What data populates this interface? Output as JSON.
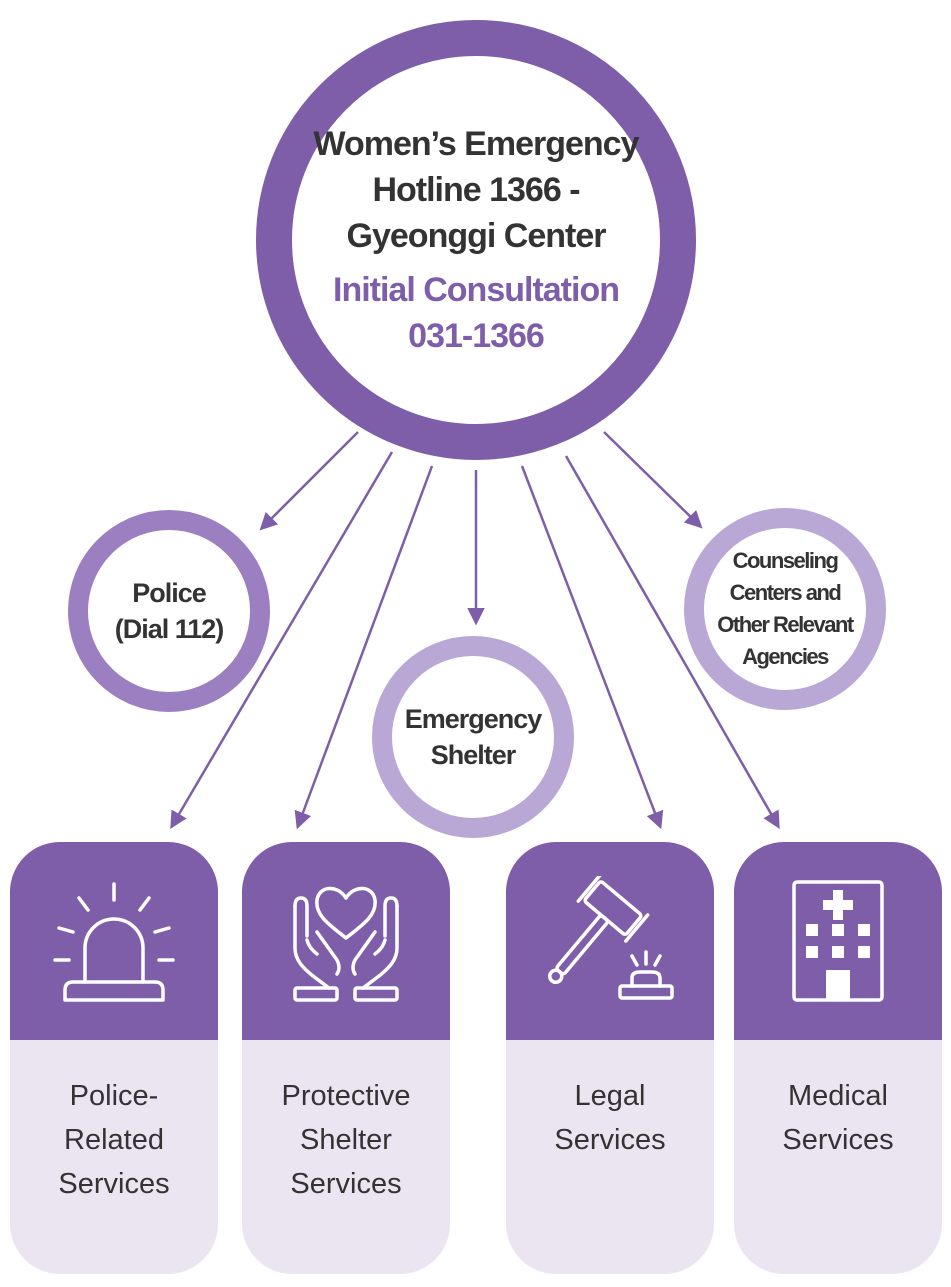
{
  "hub": {
    "title_lines": [
      "Women’s Emergency",
      "Hotline 1366 -",
      "Gyeonggi Center"
    ],
    "subtitle_lines": [
      "Initial Consultation",
      "031-1366"
    ]
  },
  "circles": {
    "police": [
      "Police",
      "(Dial 112)"
    ],
    "shelter": [
      "Emergency",
      "Shelter"
    ],
    "counseling": [
      "Counseling",
      "Centers and",
      "Other Relevant",
      "Agencies"
    ]
  },
  "cards": {
    "police": [
      "Police-",
      "Related",
      "Services"
    ],
    "protective": [
      "Protective",
      "Shelter",
      "Services"
    ],
    "legal": [
      "Legal",
      "Services"
    ],
    "medical": [
      "Medical",
      "Services"
    ]
  },
  "icons": [
    "siren-icon",
    "hands-heart-icon",
    "gavel-icon",
    "hospital-icon"
  ],
  "colors": {
    "primary": "#7e5ea8",
    "medium": "#9b7fc1",
    "light": "#b9a7d6",
    "card_bg": "#ebe5f2",
    "text": "#333333"
  }
}
